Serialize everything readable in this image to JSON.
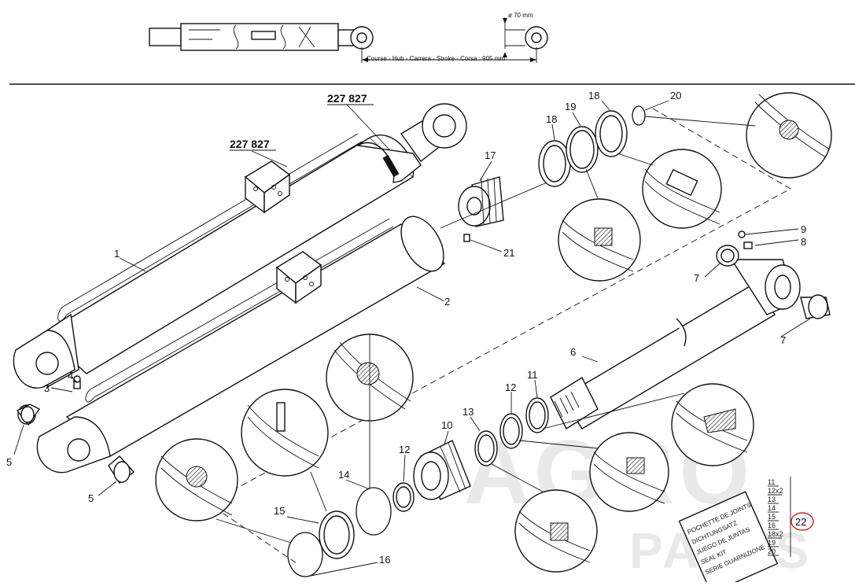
{
  "header": {
    "diameter_label": "ø 70 mm",
    "stroke_label": "Course - Hub - Carrera - Stroke - Corsa : 905 mm"
  },
  "ref_number_top": "227 827",
  "ref_number_mid": "227 827",
  "callouts": {
    "c1": "1",
    "c2": "2",
    "c3": "3",
    "c4": "4",
    "c5a": "5",
    "c5b": "5",
    "c6": "6",
    "c7a": "7",
    "c7b": "7",
    "c8": "8",
    "c9": "9",
    "c10": "10",
    "c11": "11",
    "c12a": "12",
    "c12b": "12",
    "c13": "13",
    "c14": "14",
    "c15": "15",
    "c16": "16",
    "c17": "17",
    "c18a": "18",
    "c18b": "18",
    "c19": "19",
    "c20": "20",
    "c21": "21",
    "c22": "22"
  },
  "seal_kit": {
    "labels": [
      "POCHETTE DE JOINTS",
      "DICHTUNGSATZ",
      "JUEGO DE JUNTAS",
      "SEAL KIT",
      "SERIE GUARNIZIONE"
    ],
    "parts": [
      "11",
      "12x2",
      "13",
      "14",
      "15",
      "16",
      "18x2",
      "19",
      "20"
    ],
    "kit_number": "22"
  },
  "watermark": {
    "line1": "AGRO",
    "line2": "PARTS"
  }
}
